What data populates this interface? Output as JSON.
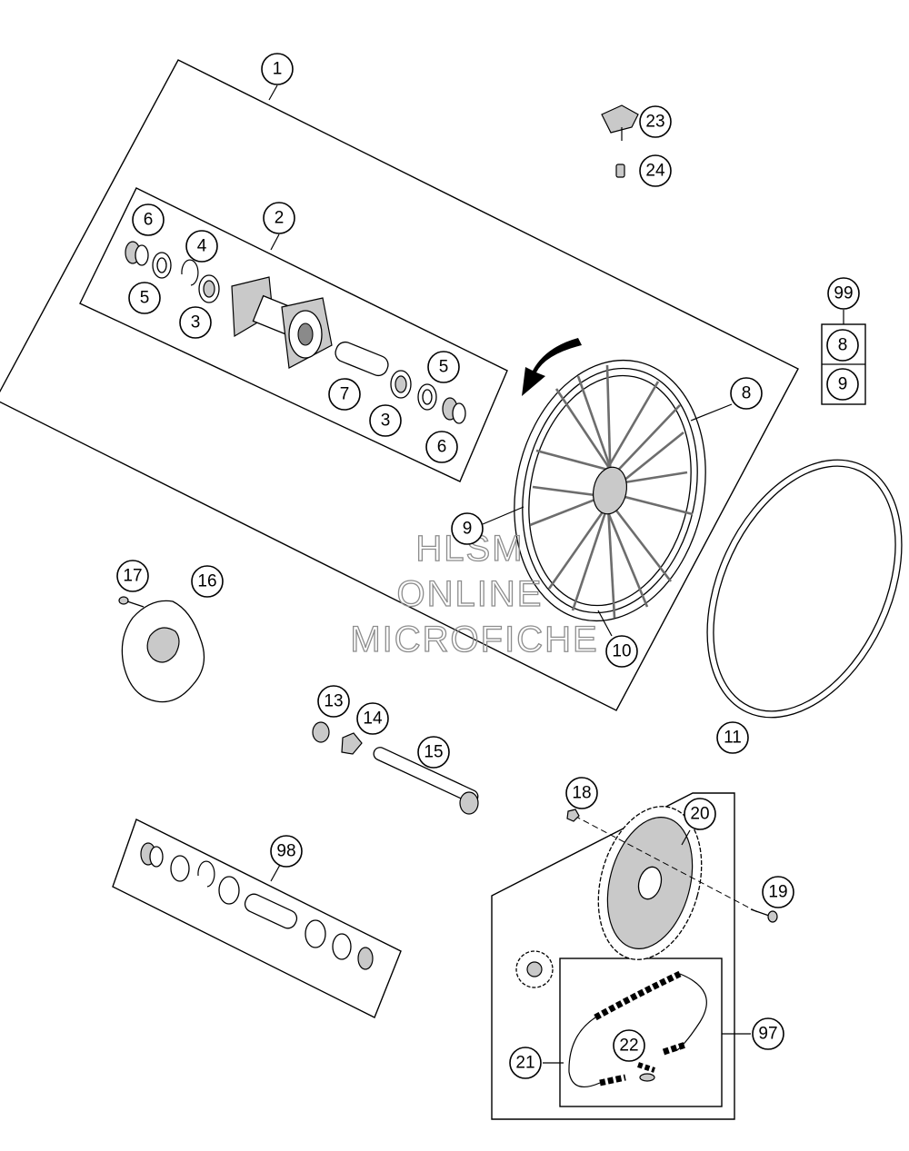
{
  "callouts": [
    "1",
    "2",
    "3",
    "3",
    "4",
    "5",
    "5",
    "6",
    "6",
    "7",
    "8",
    "9",
    "10",
    "11",
    "13",
    "14",
    "15",
    "16",
    "17",
    "18",
    "19",
    "20",
    "21",
    "22",
    "23",
    "24",
    "97",
    "98",
    "99",
    "8",
    "9"
  ],
  "watermark": [
    "HLSM",
    "ONLINE",
    "MICROFICHE"
  ],
  "colors": {
    "line": "#000000",
    "watermark": "#8d8d8d",
    "part_shade": "#c9c9c9",
    "spoke": "#6d6d6d"
  }
}
